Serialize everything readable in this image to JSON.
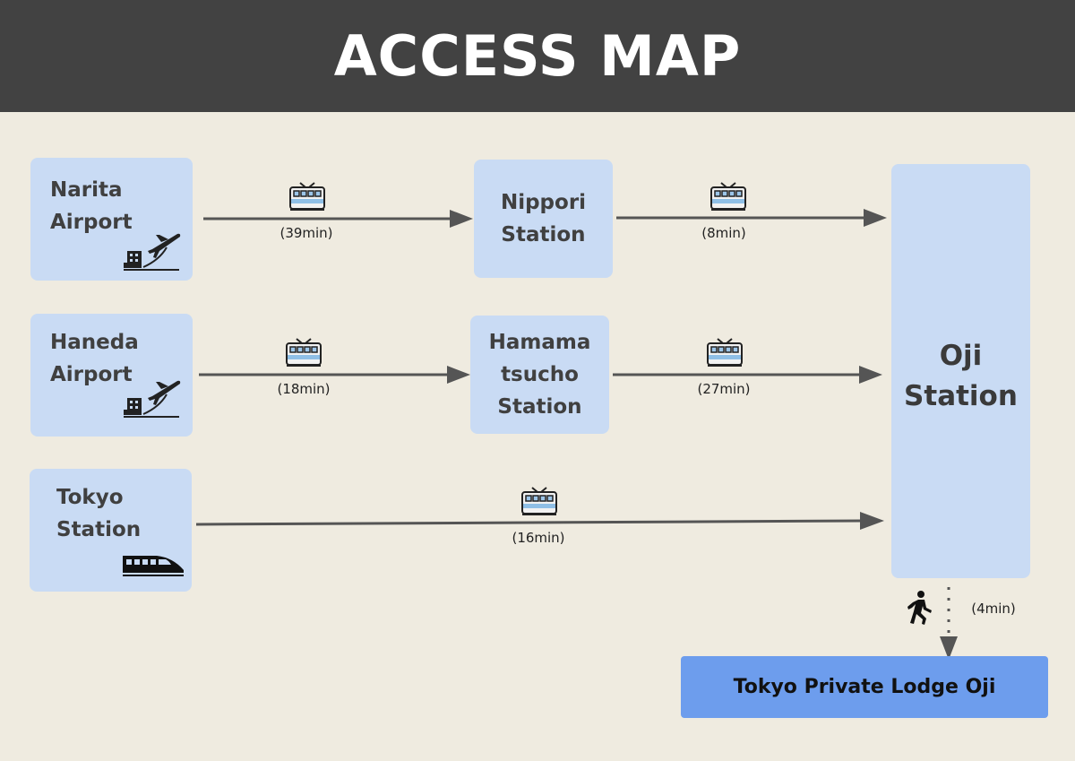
{
  "title": "ACCESS MAP",
  "origins": {
    "narita": "Narita\nAirport",
    "haneda": "Haneda\nAirport",
    "tokyo": "Tokyo\nStation"
  },
  "transfers": {
    "nippori": "Nippori\nStation",
    "hamamatsucho": "Hamama\ntsucho\nStation"
  },
  "hub": "Oji\nStation",
  "destination": "Tokyo Private Lodge Oji",
  "durations": {
    "narita_nippori": "(39min)",
    "nippori_oji": "(8min)",
    "haneda_hamamatsucho": "(18min)",
    "hamamatsucho_oji": "(27min)",
    "tokyo_oji": "(16min)",
    "oji_lodge_walk": "(4min)"
  },
  "icons": {
    "airport": "airplane-takeoff-icon",
    "train": "train-icon",
    "bullet_train": "shinkansen-icon",
    "walk": "walking-person-icon"
  },
  "colors": {
    "header_bg": "#424242",
    "page_bg": "#efebe0",
    "box_bg": "#c9dbf4",
    "destination_bg": "#6d9ded",
    "arrow": "#555555"
  }
}
